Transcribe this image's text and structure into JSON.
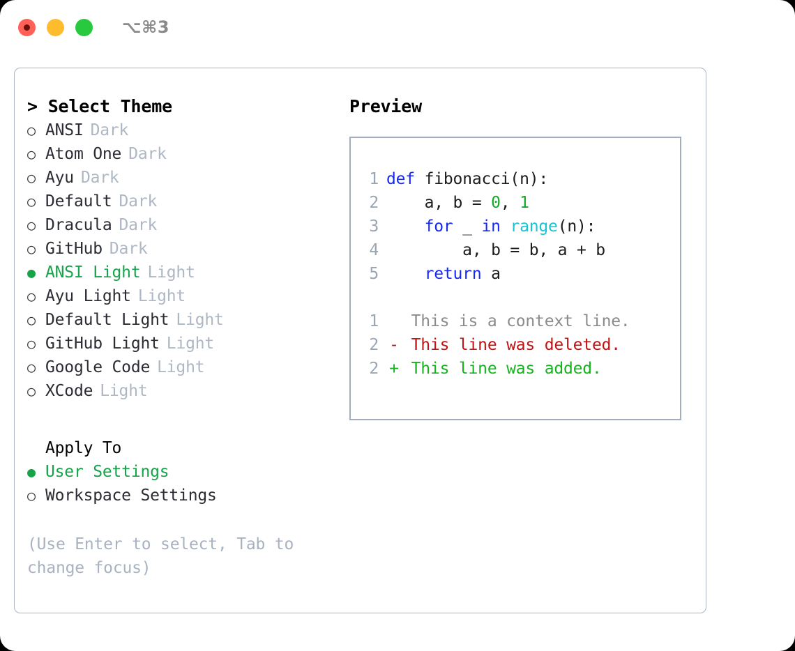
{
  "titlebar": {
    "shortcut": "⌥⌘3",
    "buttons": [
      {
        "name": "close",
        "color": "#ff6159"
      },
      {
        "name": "minimize",
        "color": "#ffbd2e"
      },
      {
        "name": "maximize",
        "color": "#28c93f"
      }
    ]
  },
  "theme_picker": {
    "header": "> Select Theme",
    "items": [
      {
        "bullet": "○",
        "name": "ANSI",
        "tag": "Dark",
        "selected": false
      },
      {
        "bullet": "○",
        "name": "Atom One",
        "tag": "Dark",
        "selected": false
      },
      {
        "bullet": "○",
        "name": "Ayu",
        "tag": "Dark",
        "selected": false
      },
      {
        "bullet": "○",
        "name": "Default",
        "tag": "Dark",
        "selected": false
      },
      {
        "bullet": "○",
        "name": "Dracula",
        "tag": "Dark",
        "selected": false
      },
      {
        "bullet": "○",
        "name": "GitHub",
        "tag": "Dark",
        "selected": false
      },
      {
        "bullet": "●",
        "name": "ANSI Light",
        "tag": "Light",
        "selected": true
      },
      {
        "bullet": "○",
        "name": "Ayu Light",
        "tag": "Light",
        "selected": false
      },
      {
        "bullet": "○",
        "name": "Default Light",
        "tag": "Light",
        "selected": false
      },
      {
        "bullet": "○",
        "name": "GitHub Light",
        "tag": "Light",
        "selected": false
      },
      {
        "bullet": "○",
        "name": "Google Code",
        "tag": "Light",
        "selected": false
      },
      {
        "bullet": "○",
        "name": "XCode",
        "tag": "Light",
        "selected": false
      }
    ]
  },
  "apply_to": {
    "label": "Apply To",
    "items": [
      {
        "bullet": "●",
        "name": "User Settings",
        "selected": true
      },
      {
        "bullet": "○",
        "name": "Workspace Settings",
        "selected": false
      }
    ]
  },
  "hint": "(Use Enter to select, Tab to change focus)",
  "preview": {
    "title": "Preview",
    "code_lines": [
      {
        "no": "1",
        "tokens": [
          {
            "t": "def",
            "c": "kw"
          },
          {
            "t": " fibonacci(n):",
            "c": "plain"
          }
        ]
      },
      {
        "no": "2",
        "tokens": [
          {
            "t": "    a, b = ",
            "c": "plain"
          },
          {
            "t": "0",
            "c": "num"
          },
          {
            "t": ", ",
            "c": "plain"
          },
          {
            "t": "1",
            "c": "num"
          }
        ]
      },
      {
        "no": "3",
        "tokens": [
          {
            "t": "    ",
            "c": "plain"
          },
          {
            "t": "for",
            "c": "kw"
          },
          {
            "t": " _ ",
            "c": "plain"
          },
          {
            "t": "in",
            "c": "kw"
          },
          {
            "t": " ",
            "c": "plain"
          },
          {
            "t": "range",
            "c": "fn"
          },
          {
            "t": "(n):",
            "c": "plain"
          }
        ]
      },
      {
        "no": "4",
        "tokens": [
          {
            "t": "        a, b = b, a + b",
            "c": "plain"
          }
        ]
      },
      {
        "no": "5",
        "tokens": [
          {
            "t": "    ",
            "c": "plain"
          },
          {
            "t": "return",
            "c": "kw"
          },
          {
            "t": " a",
            "c": "plain"
          }
        ]
      }
    ],
    "diff_lines": [
      {
        "no": "1",
        "mark": " ",
        "text": "This is a context line.",
        "kind": "ctx"
      },
      {
        "no": "2",
        "mark": "-",
        "text": "This line was deleted.",
        "kind": "del"
      },
      {
        "no": "2",
        "mark": "+",
        "text": "This line was added.",
        "kind": "add"
      }
    ]
  },
  "colors": {
    "accent_green": "#16a34a",
    "muted": "#aeb7c4",
    "border": "#a3adbd",
    "keyword": "#1728f5",
    "function": "#17c4d6",
    "number": "#16a828",
    "diff_delete": "#c01313",
    "diff_add": "#16b31f"
  }
}
